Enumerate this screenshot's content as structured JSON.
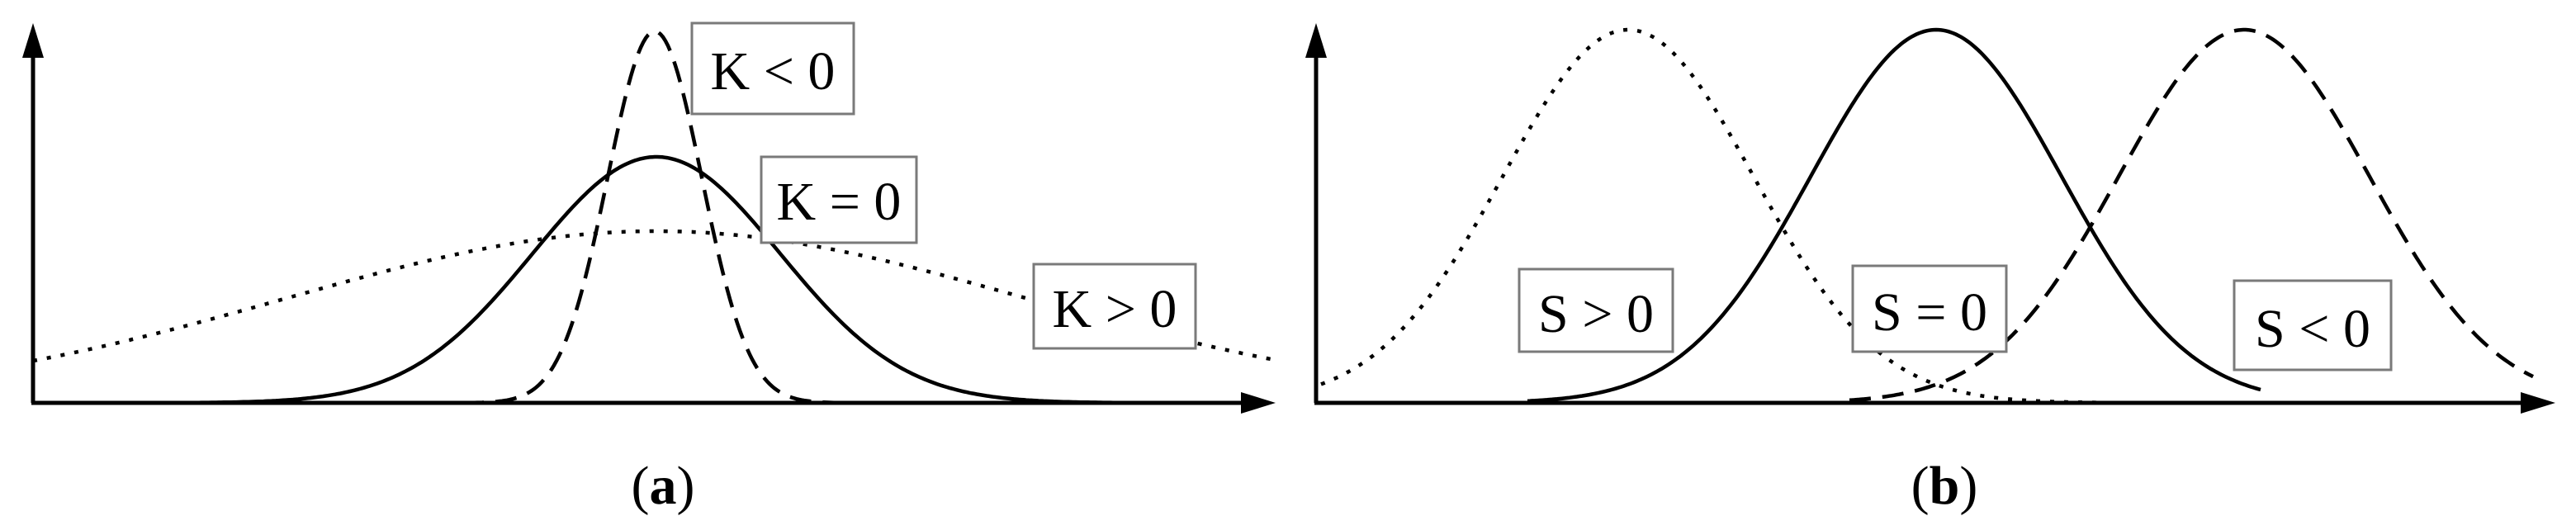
{
  "panels": [
    {
      "id": "a",
      "caption": {
        "open": "(",
        "letter": "a",
        "close": ")"
      },
      "curves": [
        {
          "style": "solid",
          "label": "K = 0"
        },
        {
          "style": "dashed",
          "label": "K < 0"
        },
        {
          "style": "dotted",
          "label": "K > 0"
        }
      ]
    },
    {
      "id": "b",
      "caption": {
        "open": "(",
        "letter": "b",
        "close": ")"
      },
      "curves": [
        {
          "style": "dotted",
          "label": "S > 0"
        },
        {
          "style": "solid",
          "label": "S = 0"
        },
        {
          "style": "dashed",
          "label": "S < 0"
        }
      ]
    }
  ]
}
